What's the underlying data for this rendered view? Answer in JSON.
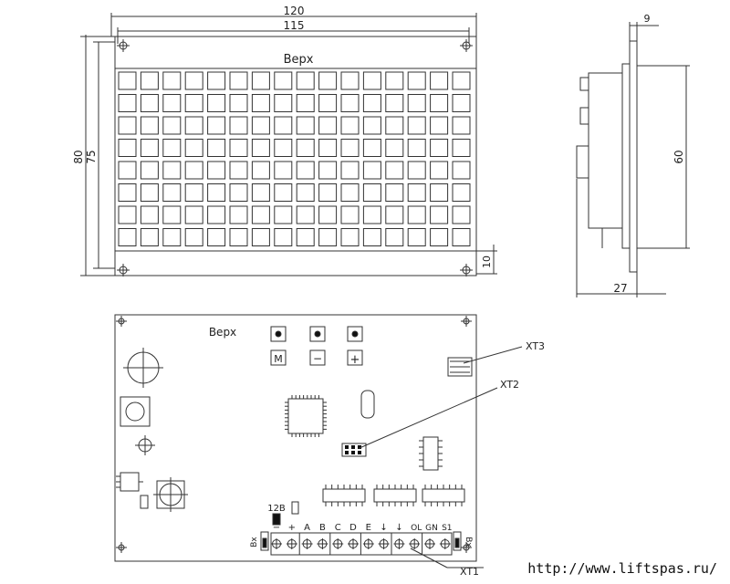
{
  "front_view": {
    "dims": {
      "overall_width": "120",
      "inner_width": "115",
      "overall_height": "80",
      "inner_height": "75",
      "bottom_offset": "10"
    },
    "label_top": "Верх",
    "grid": {
      "rows": 8,
      "cols": 16
    }
  },
  "side_view": {
    "dims": {
      "top": "9",
      "height": "60",
      "depth": "27"
    }
  },
  "pcb_view": {
    "label_top": "Верх",
    "buttons": [
      "M",
      "−",
      "+"
    ],
    "label_12v": "12В",
    "terminals": [
      "−",
      "+",
      "A",
      "B",
      "C",
      "D",
      "E",
      "↓",
      "↓",
      "OL",
      "GN",
      "S1"
    ],
    "left_jumper_label": "Вх",
    "right_jumper_label": "Вх",
    "callouts": {
      "xt1": "XT1",
      "xt2": "XT2",
      "xt3": "XT3"
    }
  },
  "watermark": "http://www.liftspas.ru/"
}
